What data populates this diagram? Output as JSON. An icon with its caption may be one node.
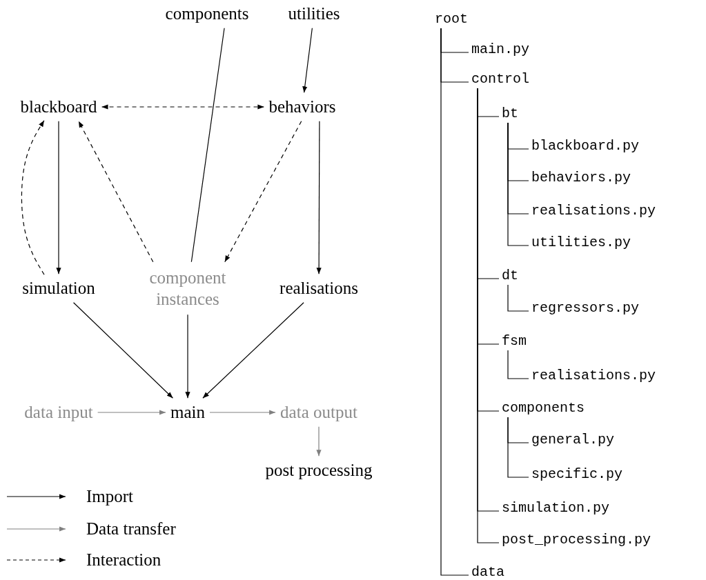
{
  "diagram": {
    "nodes": [
      {
        "text": [
          "components"
        ]
      },
      {
        "text": [
          "utilities"
        ]
      },
      {
        "text": [
          "blackboard"
        ]
      },
      {
        "text": [
          "behaviors"
        ]
      },
      {
        "text": [
          "simulation"
        ]
      },
      {
        "text": [
          "component instances"
        ]
      },
      {
        "text": [
          "realisations"
        ]
      },
      {
        "text": [
          "data input"
        ]
      },
      {
        "text": [
          "main"
        ]
      },
      {
        "text": [
          "data output"
        ]
      },
      {
        "text": [
          "post processing"
        ]
      },
      {
        "text": [
          "root"
        ]
      },
      {
        "text": [
          "main.py"
        ]
      },
      {
        "text": [
          "control"
        ]
      },
      {
        "text": [
          "bt"
        ]
      },
      {
        "text": [
          "blackboard.py"
        ]
      },
      {
        "text": [
          "behaviors.py"
        ]
      },
      {
        "text": [
          "realisations.py"
        ]
      },
      {
        "text": [
          "utilities.py"
        ]
      },
      {
        "text": [
          "dt"
        ]
      },
      {
        "text": [
          "regressors.py"
        ]
      },
      {
        "text": [
          "fsm"
        ]
      },
      {
        "text": [
          "realisations.py"
        ]
      },
      {
        "text": [
          "components"
        ]
      },
      {
        "text": [
          "general.py"
        ]
      },
      {
        "text": [
          "specific.py"
        ]
      },
      {
        "text": [
          "simulation.py"
        ]
      },
      {
        "text": [
          "post_processing.py"
        ]
      },
      {
        "text": [
          "data"
        ]
      }
    ],
    "edges": [
      {
        "from": 0,
        "to": 5,
        "arrow": "none"
      },
      {
        "from": 1,
        "to": 3,
        "arrow": "to"
      },
      {
        "from": 2,
        "to": 3,
        "arrow": "both",
        "style": "dashed"
      },
      {
        "from": 2,
        "to": 4,
        "arrow": "to"
      },
      {
        "from": 4,
        "to": 2,
        "arrow": "to",
        "style": "dashed"
      },
      {
        "from": 5,
        "to": 2,
        "arrow": "to",
        "style": "dashed"
      },
      {
        "from": 3,
        "to": 5,
        "arrow": "to",
        "style": "dashed"
      },
      {
        "from": 3,
        "to": 6,
        "arrow": "to"
      },
      {
        "from": 4,
        "to": 8,
        "arrow": "to"
      },
      {
        "from": 5,
        "to": 8,
        "arrow": "to"
      },
      {
        "from": 6,
        "to": 8,
        "arrow": "to"
      },
      {
        "from": 7,
        "to": 8,
        "arrow": "to",
        "color": "#808080"
      },
      {
        "from": 8,
        "to": 9,
        "arrow": "to",
        "color": "#808080"
      },
      {
        "from": 9,
        "to": 10,
        "arrow": "to",
        "color": "#808080"
      },
      {
        "from": 11,
        "to": 12,
        "arrow": "none"
      },
      {
        "from": 11,
        "to": 13,
        "arrow": "none"
      },
      {
        "from": 13,
        "to": 14,
        "arrow": "none"
      },
      {
        "from": 14,
        "to": 15,
        "arrow": "none"
      },
      {
        "from": 14,
        "to": 16,
        "arrow": "none"
      },
      {
        "from": 14,
        "to": 17,
        "arrow": "none"
      },
      {
        "from": 14,
        "to": 18,
        "arrow": "none"
      },
      {
        "from": 13,
        "to": 19,
        "arrow": "none"
      },
      {
        "from": 19,
        "to": 20,
        "arrow": "none"
      },
      {
        "from": 13,
        "to": 21,
        "arrow": "none"
      },
      {
        "from": 21,
        "to": 22,
        "arrow": "none"
      },
      {
        "from": 13,
        "to": 23,
        "arrow": "none"
      },
      {
        "from": 23,
        "to": 24,
        "arrow": "none"
      },
      {
        "from": 23,
        "to": 25,
        "arrow": "none"
      },
      {
        "from": 13,
        "to": 26,
        "arrow": "none"
      },
      {
        "from": 13,
        "to": 27,
        "arrow": "none"
      },
      {
        "from": 11,
        "to": 28,
        "arrow": "none"
      }
    ],
    "legend": [
      {
        "text": "Import"
      },
      {
        "text": "Data transfer"
      },
      {
        "text": "Interaction"
      }
    ]
  }
}
